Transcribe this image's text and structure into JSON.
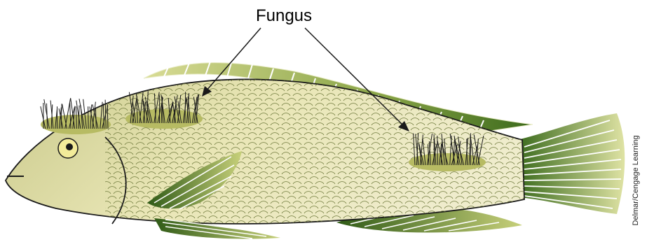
{
  "label": "Fungus",
  "credit": "Delmar/Cengage Learning",
  "colors": {
    "body_light": "#eeeac0",
    "body_mid": "#cfd08e",
    "fin_dark": "#3f6b1f",
    "fin_light": "#c9d27a",
    "fungus_patch": "#b7bb63",
    "outline": "#1a1a1a",
    "eye": "#f3ec9a"
  },
  "icons": [
    "fish-illustration",
    "fungus-patch",
    "pointer-arrow",
    "eye-icon"
  ]
}
